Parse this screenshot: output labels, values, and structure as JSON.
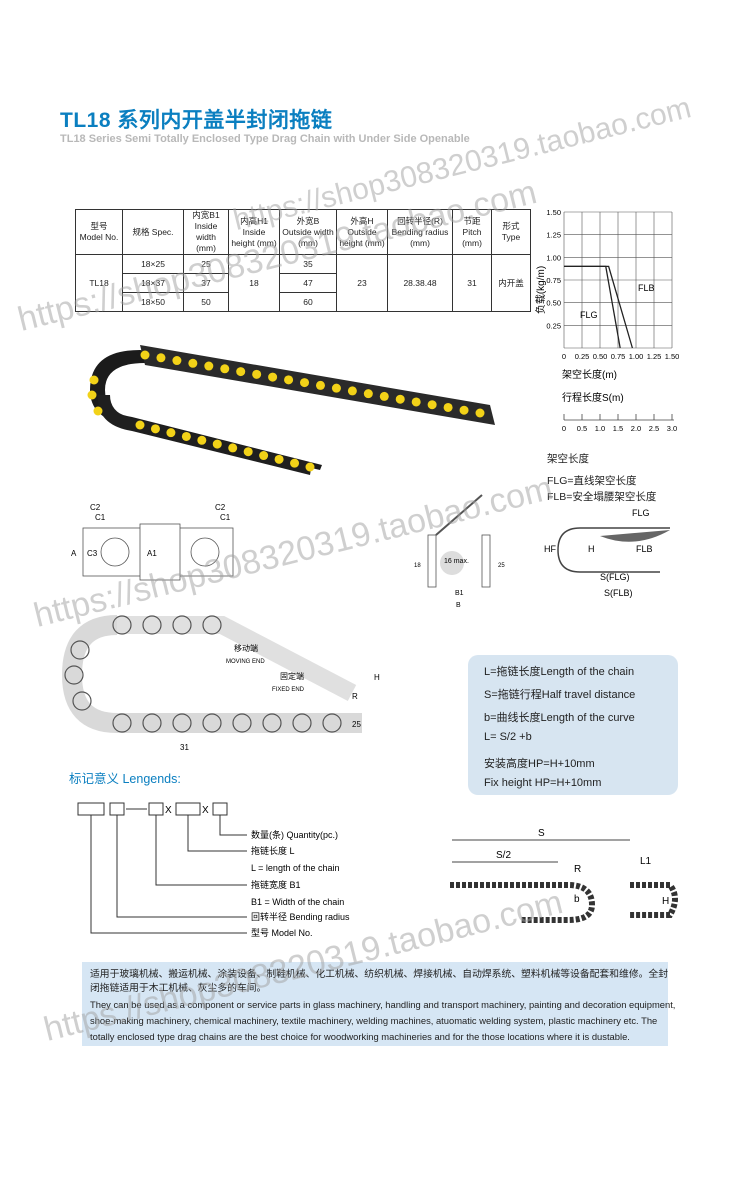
{
  "title": "TL18 系列内开盖半封闭拖链",
  "subtitle": "TL18 Series Semi Totally Enclosed Type Drag Chain with Under Side Openable",
  "spec_table": {
    "headers": [
      "型号 Model No.",
      "规格 Spec.",
      "内宽B1 Inside width (mm)",
      "内高H1 Inside height (mm)",
      "外宽B Outside width (mm)",
      "外高H Outside height (mm)",
      "回转半径(R) Bending radius (mm)",
      "节距 Pitch (mm)",
      "形式 Type"
    ],
    "model": "TL18",
    "rows": [
      {
        "spec": "18×25",
        "b1": "25",
        "b": "35"
      },
      {
        "spec": "18×37",
        "b1": "37",
        "b": "47"
      },
      {
        "spec": "18×50",
        "b1": "50",
        "b": "60"
      }
    ],
    "h1": "18",
    "h": "23",
    "radius": "28.38.48",
    "pitch": "31",
    "type": "内开盖"
  },
  "load_chart": {
    "ylabel": "负载(kg/m)",
    "yticks": [
      "1.50",
      "1.25",
      "1.00",
      "0.75",
      "0.50",
      "0.25"
    ],
    "xticks": [
      "0",
      "0.25",
      "0.50",
      "0.75",
      "1.00",
      "1.25",
      "1.50"
    ],
    "xlabel": "架空长度(m)",
    "travel_label": "行程长度S(m)",
    "travel_ticks": [
      "0",
      "0.5",
      "1.0",
      "1.5",
      "2.0",
      "2.5",
      "3.0"
    ],
    "flb_label": "FLB",
    "flg_label": "FLG"
  },
  "chart_data": {
    "type": "line",
    "ylabel": "负载(kg/m)",
    "xlabel": "架空长度(m)",
    "xlim": [
      0,
      1.5
    ],
    "ylim": [
      0,
      1.5
    ],
    "series": [
      {
        "name": "FLB",
        "x": [
          0,
          0.62,
          0.95
        ],
        "y": [
          0.9,
          0.9,
          0
        ]
      },
      {
        "name": "FLG",
        "x": [
          0,
          0.58,
          0.78
        ],
        "y": [
          0.9,
          0.9,
          0
        ]
      }
    ]
  },
  "side_notes": {
    "overhang": "架空长度",
    "flg": "FLG=直线架空长度",
    "flb": "FLB=安全塌腰架空长度"
  },
  "dims": {
    "c2": "C2",
    "c1": "C1",
    "a": "A",
    "a1": "A1",
    "c3": "C3",
    "s16": "16 max.",
    "b1": "B1",
    "b": "B",
    "hf": "HF",
    "h": "H",
    "s_flg": "S(FLG)",
    "s_flb": "S(FLB)",
    "flg": "FLG",
    "flb": "FLB",
    "moving_cn": "移动端",
    "moving_en": "MOVING END",
    "fixed_cn": "固定端",
    "fixed_en": "FIXED END",
    "d31": "31",
    "d25": "25",
    "r": "R",
    "d18": "18",
    "d25b": "25"
  },
  "legend_box": [
    "L=拖链长度Length of the chain",
    "S=拖链行程Half travel distance",
    "b=曲线长度Length of the curve",
    "L= S/2 +b",
    "安装高度HP=H+10mm",
    "Fix height HP=H+10mm"
  ],
  "legends_title": "标记意义 Lengends:",
  "legend_items": [
    "数量(条) Quantity(pc.)",
    "拖链长度 L",
    "L = length of the chain",
    "拖链宽度 B1",
    "B1 = Width of the chain",
    "回转半径 Bending radius",
    "型号 Model No."
  ],
  "travel_diagram": {
    "s": "S",
    "s2": "S/2",
    "r": "R",
    "l1": "L1",
    "h": "H",
    "b": "b"
  },
  "bottom_text": [
    "适用于玻璃机械、搬运机械、涂装设备、制鞋机械、化工机械、纺织机械、焊接机械、自动焊系统、塑料机械等设备配套和维修。全封",
    "闭拖链适用于木工机械、灰尘多的车间。",
    "They can be used as a component or service parts in glass machinery, handling and transport machinery, painting and decoration equipment,",
    "shoe-making machinery, chemical machinery, textile machinery, welding machines, atuomatic welding system, plastic machinery etc. The",
    "totally enclosed type drag chains are the best choice for woodworking machineries and for the those locations where it is dustable."
  ],
  "watermarks": [
    "https://shop308320319.taobao.com",
    "https://shop308320319.taobao.com",
    "https://shop308320319.taobao.com",
    "https://shop308320319.taobao.com"
  ],
  "colors": {
    "accent": "#0b7fc0",
    "box": "#d7e5f1",
    "chain": "#1b1b1b",
    "pin": "#f2d218"
  }
}
